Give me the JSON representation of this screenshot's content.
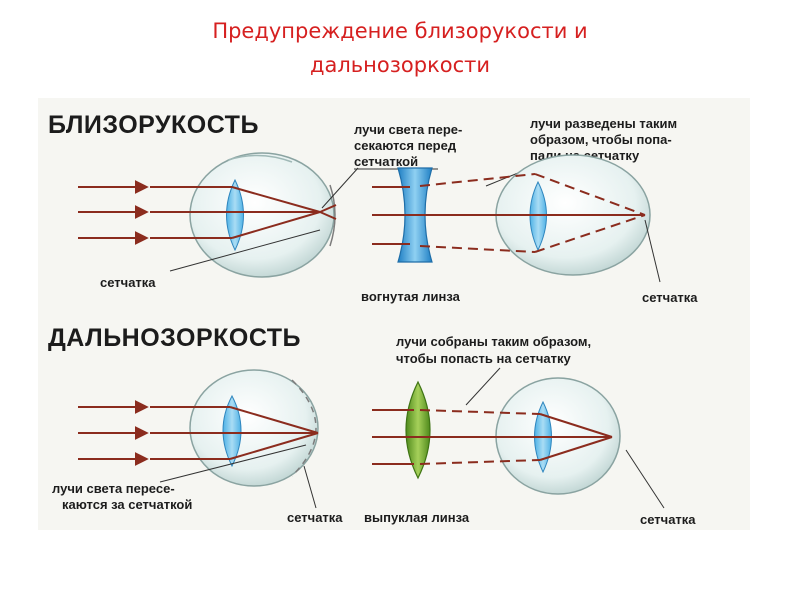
{
  "title": {
    "line1": "Предупреждение близорукости и",
    "line2": "дальнозоркости"
  },
  "myopia": {
    "heading": "БЛИЗОРУКОСТЬ",
    "note_cross": [
      "лучи света пере-",
      "секаются перед",
      "сетчаткой"
    ],
    "note_spread": [
      "лучи разведены таким",
      "образом, чтобы попа-",
      "пали на сетчатку"
    ],
    "lens_label": "вогнутая линза",
    "retina_left": "сетчатка",
    "retina_right": "сетчатка"
  },
  "hyperopia": {
    "heading": "ДАЛЬНОЗОРКОСТЬ",
    "note_collect": [
      "лучи собраны таким образом,",
      "чтобы попасть на сетчатку"
    ],
    "note_cross": [
      "лучи света пересе-",
      "каются за сетчаткой"
    ],
    "lens_label": "выпуклая линза",
    "retina_left": "сетчатка",
    "retina_right": "сетчатка"
  },
  "colors": {
    "title": "#d62020",
    "ray": "#8b2c1e",
    "concave_lens": "#3a9ad9",
    "convex_lens": "#6a9e2a",
    "eye_lens": "#7cc2e6",
    "eyeball": "#e4f0ef"
  },
  "icons": [
    "eye-icon",
    "concave-lens-icon",
    "convex-lens-icon",
    "arrow-icon"
  ]
}
